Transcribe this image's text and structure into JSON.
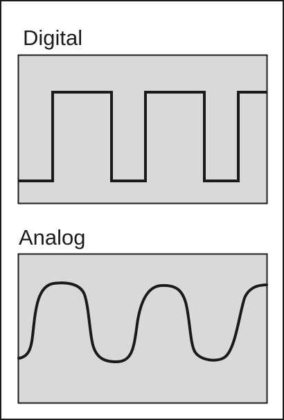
{
  "digital": {
    "label": "Digital",
    "wave": "square"
  },
  "analog": {
    "label": "Analog",
    "wave": "smooth"
  },
  "colors": {
    "panel_fill": "#d9d9d9",
    "stroke": "#1a1a1a"
  }
}
